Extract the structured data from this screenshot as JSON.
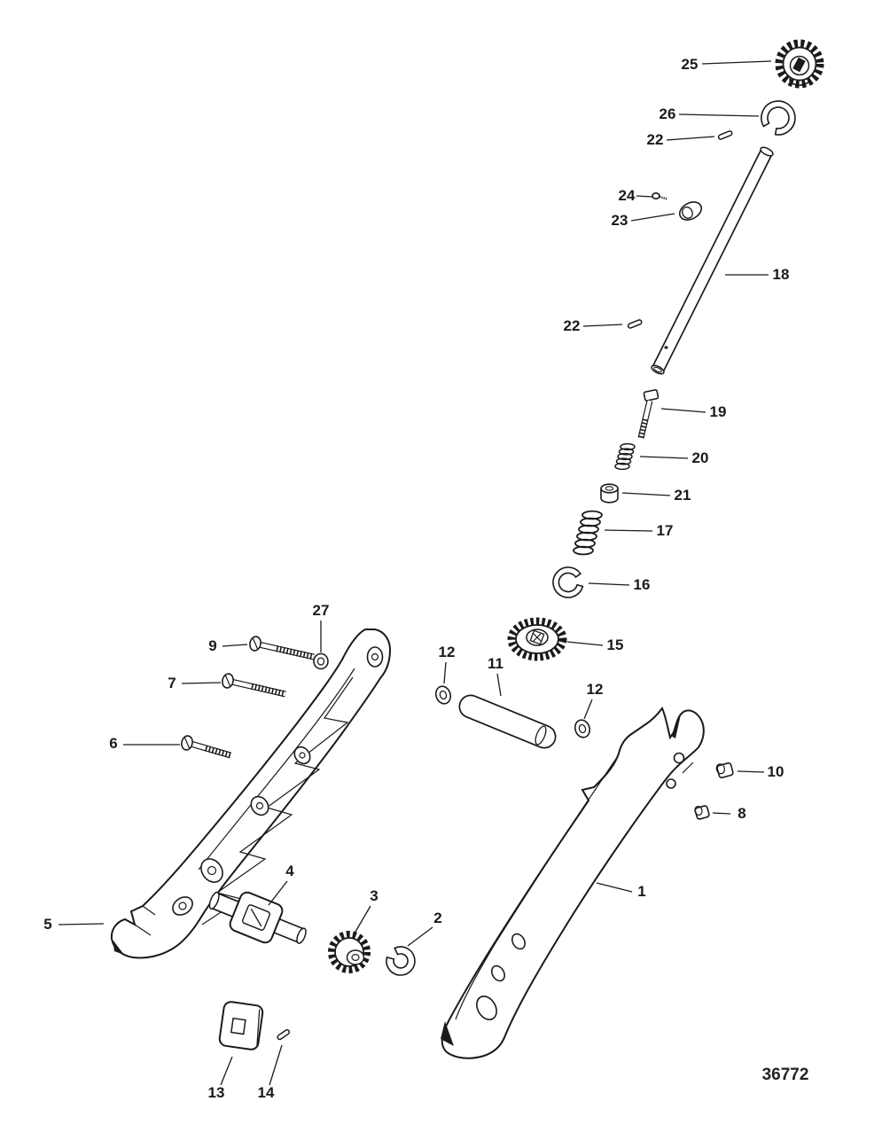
{
  "figure": {
    "number": "36772"
  },
  "callouts": [
    {
      "label": "25",
      "part": "drive-gear-top"
    },
    {
      "label": "26",
      "part": "retaining-ring-top"
    },
    {
      "label": "22",
      "part": "pin-upper"
    },
    {
      "label": "24",
      "part": "screw-small"
    },
    {
      "label": "23",
      "part": "eyelet-bushing"
    },
    {
      "label": "18",
      "part": "shaft-tube"
    },
    {
      "label": "22",
      "part": "pin-middle"
    },
    {
      "label": "19",
      "part": "bolt-long"
    },
    {
      "label": "20",
      "part": "spring-small"
    },
    {
      "label": "21",
      "part": "bushing"
    },
    {
      "label": "17",
      "part": "spring-large"
    },
    {
      "label": "16",
      "part": "retaining-ring-middle"
    },
    {
      "label": "15",
      "part": "bevel-gear"
    },
    {
      "label": "27",
      "part": "washer-top"
    },
    {
      "label": "9",
      "part": "bolt-upper"
    },
    {
      "label": "7",
      "part": "bolt-middle"
    },
    {
      "label": "12",
      "part": "washer-left"
    },
    {
      "label": "11",
      "part": "roller-pin"
    },
    {
      "label": "12",
      "part": "washer-right"
    },
    {
      "label": "6",
      "part": "bolt-lower"
    },
    {
      "label": "10",
      "part": "nut-upper"
    },
    {
      "label": "8",
      "part": "nut-lower"
    },
    {
      "label": "1",
      "part": "arm-right"
    },
    {
      "label": "5",
      "part": "arm-left"
    },
    {
      "label": "4",
      "part": "coupler-shaft"
    },
    {
      "label": "3",
      "part": "gear-lower"
    },
    {
      "label": "2",
      "part": "retaining-ring-lower"
    },
    {
      "label": "13",
      "part": "end-cap"
    },
    {
      "label": "14",
      "part": "pin-lower"
    }
  ]
}
